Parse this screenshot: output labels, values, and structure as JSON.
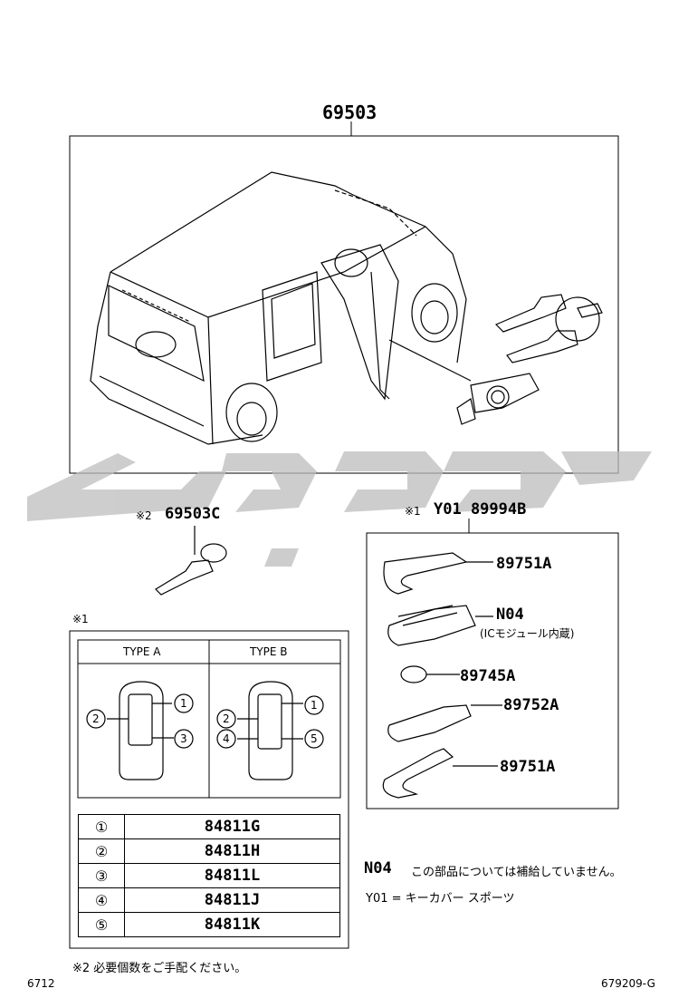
{
  "main": {
    "assembly_label": "69503",
    "side_label": "69503C",
    "side_mark": "※2",
    "kit_label": "Y01 89994B",
    "kit_mark": "※1",
    "watermark_text": "ﻳﻴﻘﻮﻨ"
  },
  "kit_parts": [
    {
      "code": "89751A"
    },
    {
      "code": "N04",
      "note": "(ICモジュール内蔵)"
    },
    {
      "code": "89745A"
    },
    {
      "code": "89752A"
    },
    {
      "code": "89751A"
    }
  ],
  "key_table": {
    "mark": "※1",
    "type_a": "TYPE A",
    "type_b": "TYPE B",
    "callouts": [
      "1",
      "2",
      "3",
      "4",
      "5"
    ],
    "rows": [
      {
        "num": "①",
        "part": "84811G"
      },
      {
        "num": "②",
        "part": "84811H"
      },
      {
        "num": "③",
        "part": "84811L"
      },
      {
        "num": "④",
        "part": "84811J"
      },
      {
        "num": "⑤",
        "part": "84811K"
      }
    ]
  },
  "notes": {
    "n04_code": "N04",
    "n04_text": "この部品については補給していません。",
    "y01_text": "Y01 = キーカバー スポーツ",
    "footnote": "※2 必要個数をご手配ください。"
  },
  "footer": {
    "left_code": "6712",
    "right_code": "679209-G"
  }
}
